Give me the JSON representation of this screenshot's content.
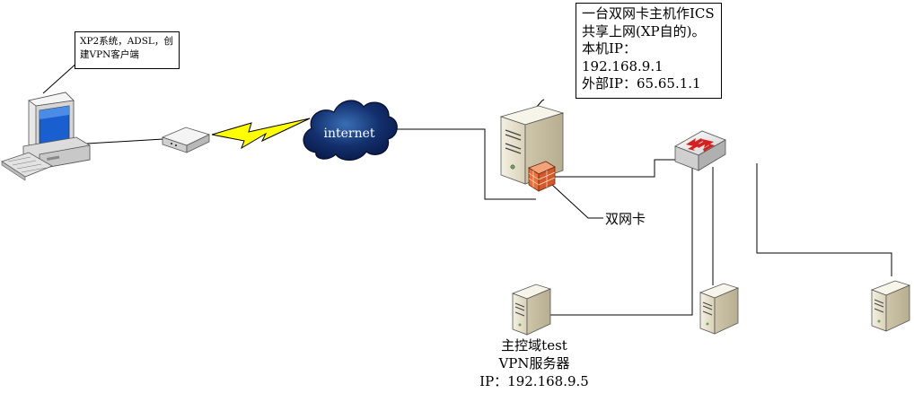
{
  "client_note": [
    "XP2系统，ADSL，创",
    "建VPN客户端"
  ],
  "cloud_label": "internet",
  "host_note": [
    "一台双网卡主机作ICS",
    "共享上网(XP自的)。",
    "本机IP：192.168.9.1",
    "外部IP：65.65.1.1"
  ],
  "dual_nic_label": "双网卡",
  "server_label": [
    "主控域test",
    "VPN服务器",
    "IP：192.168.9.5"
  ],
  "colors": {
    "cloud": "#0b1d4e",
    "lightning": "#ffff00",
    "firewall": "#e8703a",
    "tower": "#e9e3cf"
  }
}
